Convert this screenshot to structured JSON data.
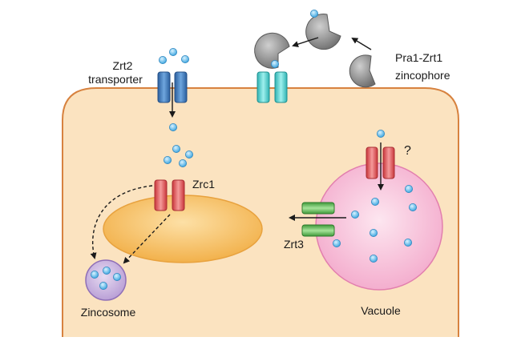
{
  "labels": {
    "zrt2": "Zrt2",
    "transporter": "transporter",
    "pra1_zrt1": "Pra1-Zrt1",
    "zincophore": "zincophore",
    "zrc1": "Zrc1",
    "question_mark": "?",
    "zrt3": "Zrt3",
    "zincosome": "Zincosome",
    "vacuole": "Vacuole"
  },
  "colors": {
    "cell_fill": "#fbe3c0",
    "cell_stroke": "#d7823f",
    "er_fill": "#f6bb55",
    "vacuole_fill": "#f7c6dc",
    "vacuole_stroke": "#e27fae",
    "zincosome_fill": "#cdb7e2",
    "zinc_ion": "#61c0ee",
    "zrt2_blue": "#3f7fc4",
    "pra1_teal": "#4ecfcf",
    "zrc1_red": "#e05a5c",
    "zrt3_green": "#6cc05c",
    "zincophore_grey": "#8a8a8a"
  },
  "icons": [
    "zinc-ion-icon",
    "zincophore-pacman-icon",
    "transporter-channel-icon",
    "arrow-icon"
  ]
}
